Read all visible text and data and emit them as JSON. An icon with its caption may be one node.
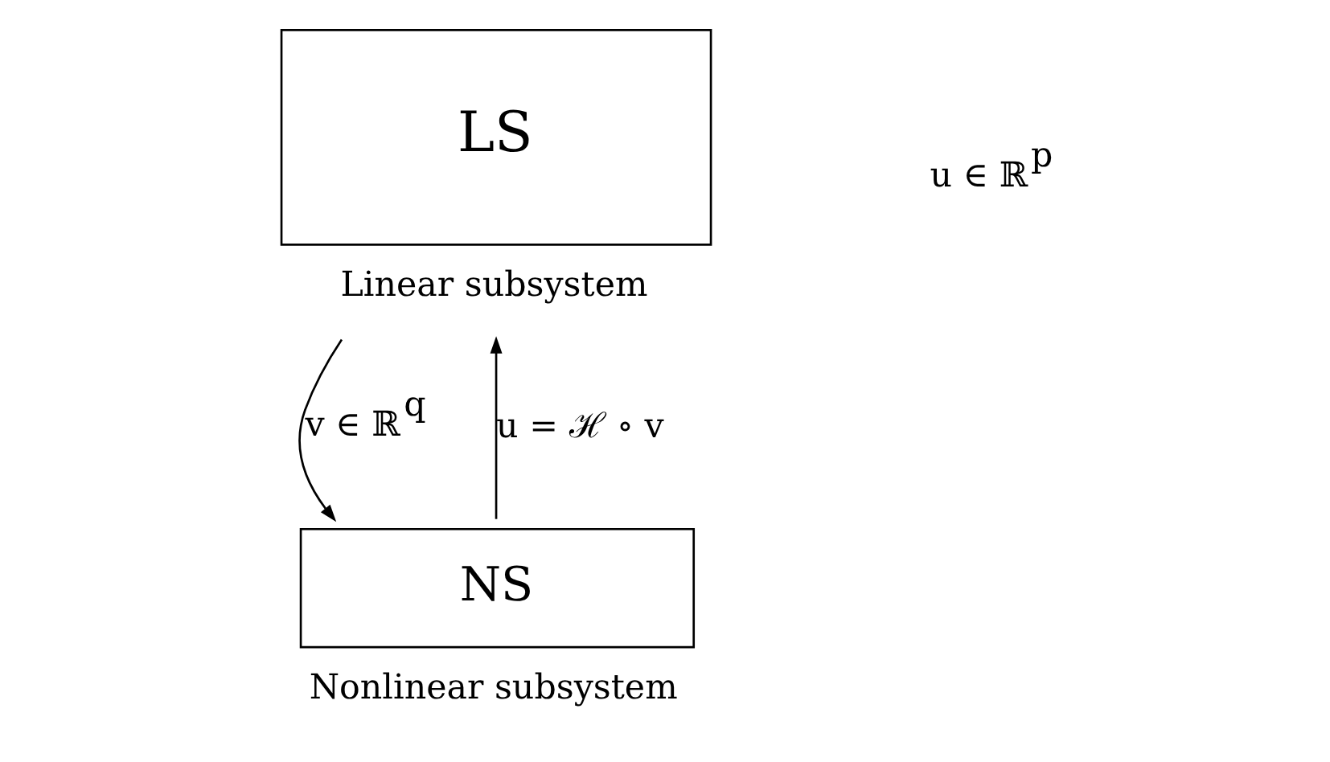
{
  "diagram": {
    "nodes": [
      {
        "text": [
          "LS"
        ],
        "beside": [
          "Linear subsystem"
        ]
      },
      {
        "text": [
          "NS"
        ],
        "beside": [
          "Nonlinear subsystem"
        ]
      }
    ],
    "edges": [
      {
        "from": 0,
        "to": 1,
        "arrow": "to",
        "label": "v ∈ ℝ$^{q}$"
      },
      {
        "from": 1,
        "to": 0,
        "arrow": "to",
        "label": "u = ℋ ∘ v"
      }
    ],
    "labels": [
      "u ∈ ℝ$^{p}$"
    ]
  }
}
